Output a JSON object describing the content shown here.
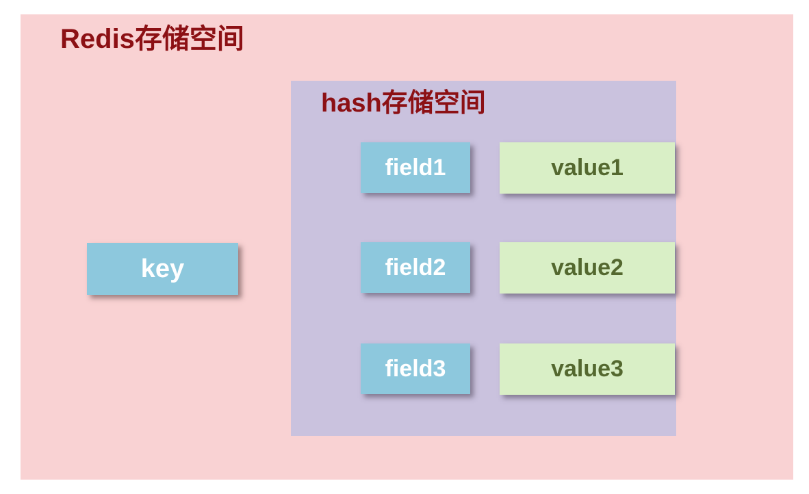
{
  "diagram": {
    "description_colors": {
      "page_background": "#ffffff",
      "redis_space_background": "#f9d2d3",
      "hash_space_background": "#cac2de",
      "title_text": "#8c1014",
      "key_field_box": "#8dc8dd",
      "key_field_text": "#ffffff",
      "value_box": "#d9efc6",
      "value_text": "#54682f"
    }
  },
  "redis_space": {
    "title_latin": "Redis",
    "title_cjk": "存储空间",
    "key_label": "key"
  },
  "hash_space": {
    "title_latin": "hash",
    "title_cjk": "存储空间",
    "rows": [
      {
        "field": "field1",
        "value": "value1"
      },
      {
        "field": "field2",
        "value": "value2"
      },
      {
        "field": "field3",
        "value": "value3"
      }
    ]
  }
}
